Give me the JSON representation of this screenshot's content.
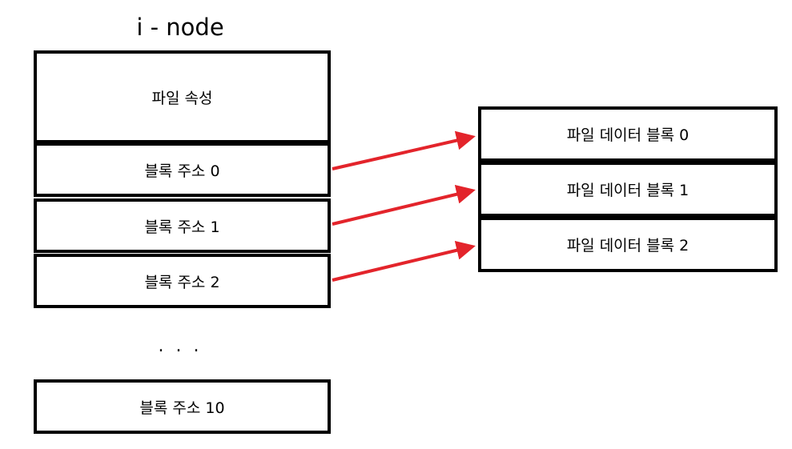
{
  "inode": {
    "title": "i - node",
    "attributes": "파일 속성",
    "addresses": [
      "블록 주소 0",
      "블록 주소 1",
      "블록 주소 2"
    ],
    "ellipsis": ". . .",
    "last_address": "블록 주소 10"
  },
  "data_blocks": [
    "파일 데이터 블록 0",
    "파일 데이터 블록 1",
    "파일 데이터 블록 2"
  ],
  "colors": {
    "arrow": "#e3242b",
    "border": "#000000"
  }
}
